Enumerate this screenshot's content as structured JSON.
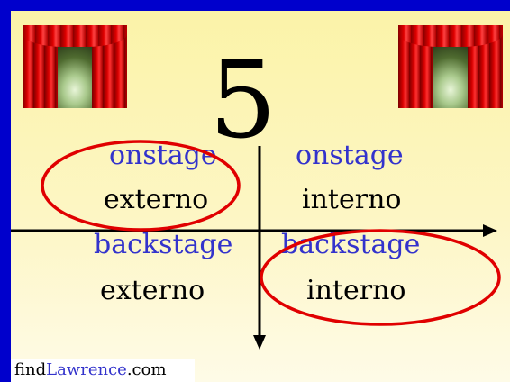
{
  "slide": {
    "number": "5",
    "quadrants": {
      "top_left": {
        "line1": "onstage",
        "line2": "externo"
      },
      "top_right": {
        "line1": "onstage",
        "line2": "interno"
      },
      "bottom_left": {
        "line1": "backstage",
        "line2": "externo"
      },
      "bottom_right": {
        "line1": "backstage",
        "line2": "interno"
      }
    },
    "highlighted_quadrants": [
      "top_left",
      "bottom_right"
    ],
    "icons": {
      "left": "stage-curtain-icon",
      "right": "stage-curtain-icon"
    }
  },
  "footer": {
    "part1": "find",
    "part2": "Lawrence",
    "part3": ".com"
  },
  "colors": {
    "border": "#0000cc",
    "background_top": "#fbf3a8",
    "background_bottom": "#fefbe7",
    "blue_text": "#3333cc",
    "highlight_ellipse": "#e00000",
    "axis": "#000000"
  }
}
